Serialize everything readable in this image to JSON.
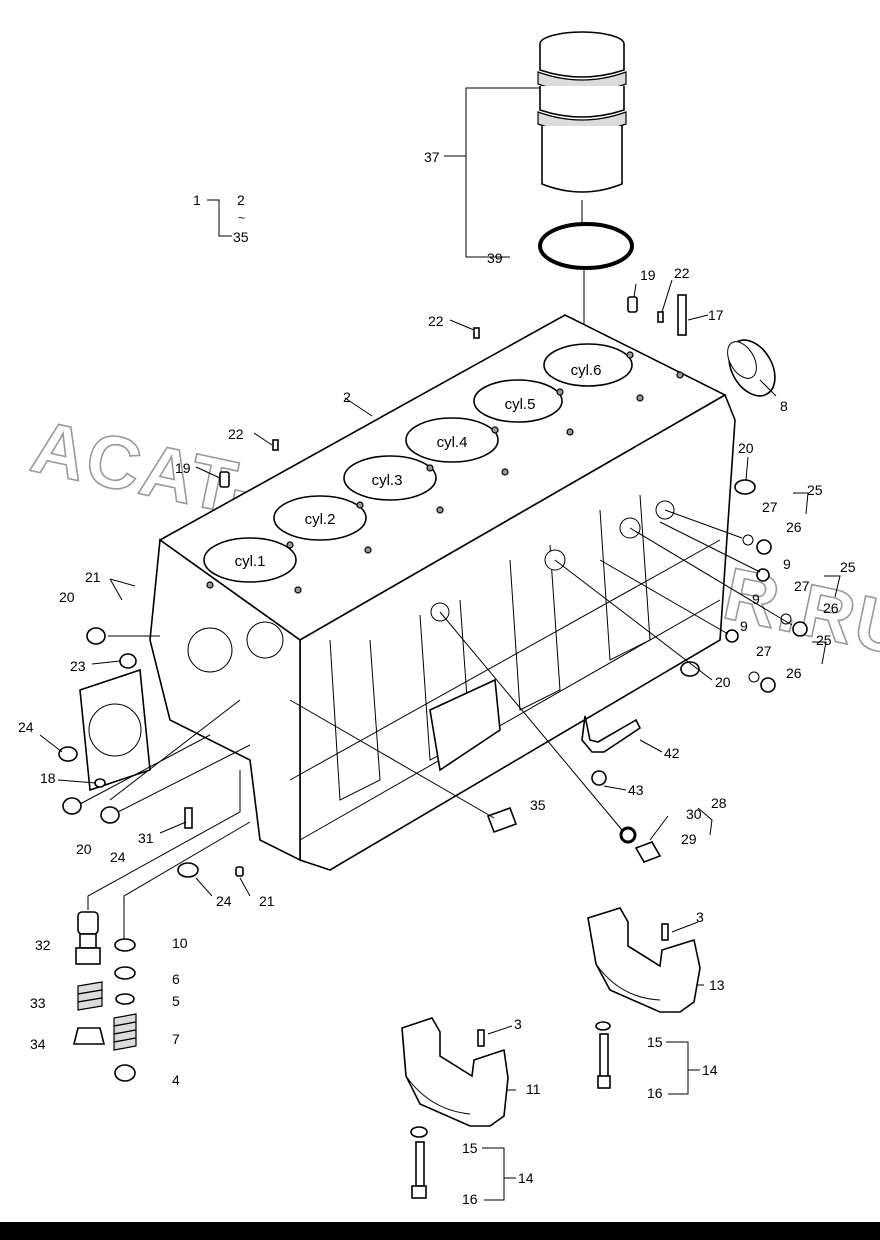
{
  "watermark": "ACAT-AUTODEALER.RU",
  "group_note": {
    "main": "1",
    "from": "2",
    "tilde": "~",
    "to": "35"
  },
  "cylinders": [
    "cyl.1",
    "cyl.2",
    "cyl.3",
    "cyl.4",
    "cyl.5",
    "cyl.6"
  ],
  "callouts": {
    "c2": "2",
    "c3a": "3",
    "c3b": "3",
    "c4": "4",
    "c5": "5",
    "c6": "6",
    "c7": "7",
    "c8": "8",
    "c9a": "9",
    "c9b": "9",
    "c9c": "9",
    "c10": "10",
    "c11": "11",
    "c13": "13",
    "c14a": "14",
    "c14b": "14",
    "c15a": "15",
    "c15b": "15",
    "c16a": "16",
    "c16b": "16",
    "c17": "17",
    "c18": "18",
    "c19a": "19",
    "c19b": "19",
    "c20a": "20",
    "c20b": "20",
    "c20c": "20",
    "c20d": "20",
    "c21a": "21",
    "c21b": "21",
    "c22a": "22",
    "c22b": "22",
    "c22c": "22",
    "c23": "23",
    "c24a": "24",
    "c24b": "24",
    "c24c": "24",
    "c25a": "25",
    "c25b": "25",
    "c25c": "25",
    "c26a": "26",
    "c26b": "26",
    "c26c": "26",
    "c27a": "27",
    "c27b": "27",
    "c27c": "27",
    "c28": "28",
    "c29": "29",
    "c30": "30",
    "c31": "31",
    "c32": "32",
    "c33": "33",
    "c34": "34",
    "c35": "35",
    "c37": "37",
    "c39": "39",
    "c42": "42",
    "c43": "43"
  }
}
